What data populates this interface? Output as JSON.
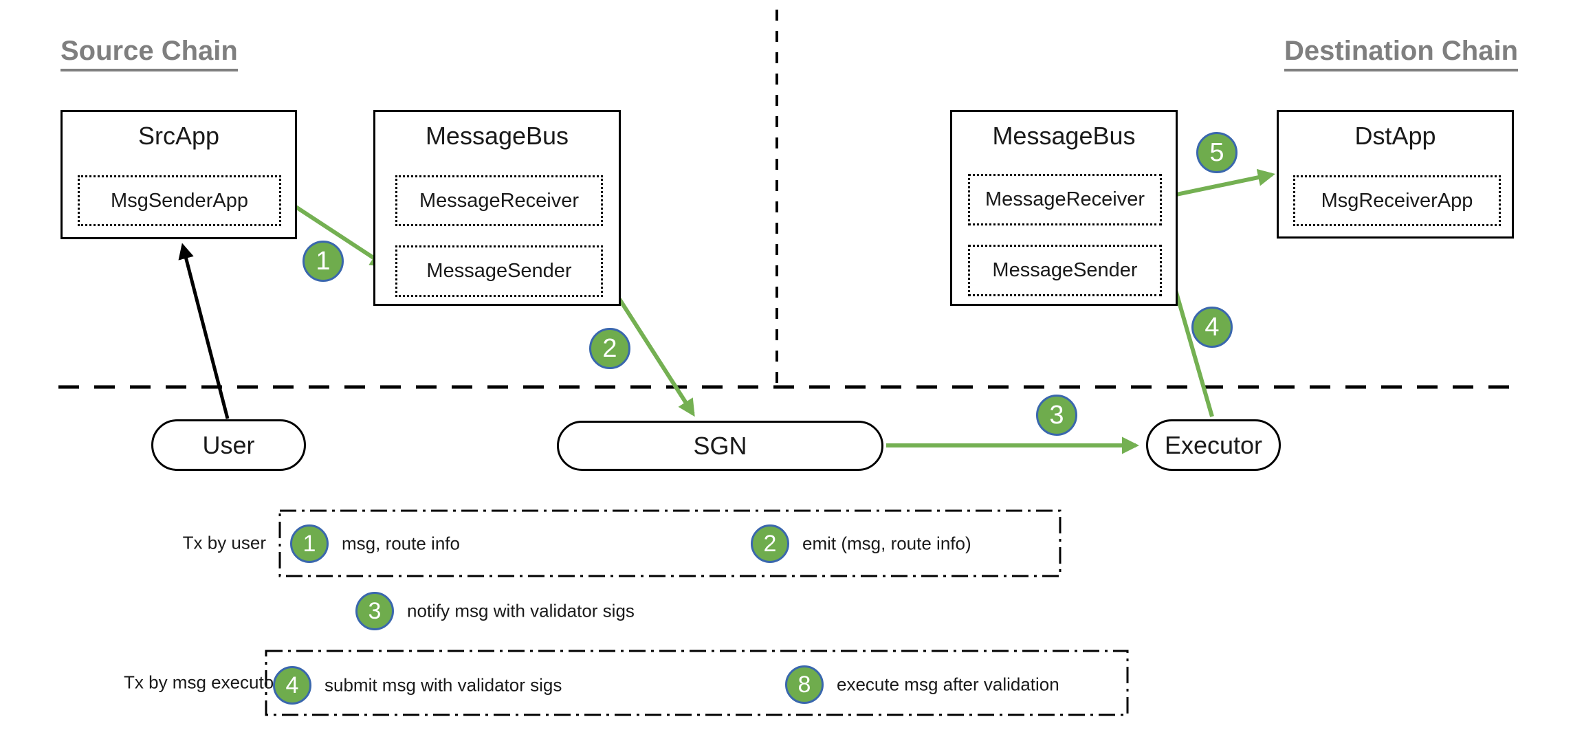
{
  "headings": {
    "source": "Source Chain",
    "destination": "Destination Chain"
  },
  "boxes": {
    "src_app": {
      "title": "SrcApp",
      "component": "MsgSenderApp"
    },
    "message_bus_src": {
      "title": "MessageBus",
      "receiver": "MessageReceiver",
      "sender": "MessageSender"
    },
    "message_bus_dst": {
      "title": "MessageBus",
      "receiver": "MessageReceiver",
      "sender": "MessageSender"
    },
    "dst_app": {
      "title": "DstApp",
      "component": "MsgReceiverApp"
    }
  },
  "nodes": {
    "user": "User",
    "sgn": "SGN",
    "executor": "Executor"
  },
  "steps": {
    "s1": "1",
    "s2": "2",
    "s3": "3",
    "s4": "4",
    "s5": "5"
  },
  "legend": {
    "group1_label": "Tx by user",
    "group2_label": "Tx by msg executor",
    "items": [
      {
        "num": "1",
        "text": "msg, route info"
      },
      {
        "num": "2",
        "text": "emit (msg, route info)"
      },
      {
        "num": "3",
        "text": "notify msg with validator sigs"
      },
      {
        "num": "4",
        "text": "submit msg with validator sigs"
      },
      {
        "num": "8",
        "text": "execute msg after validation"
      }
    ]
  },
  "colors": {
    "badge_fill": "#6fac4d",
    "badge_border": "#3a67ad",
    "arrow_green": "#74b052",
    "heading_gray": "#7f7f7f"
  }
}
